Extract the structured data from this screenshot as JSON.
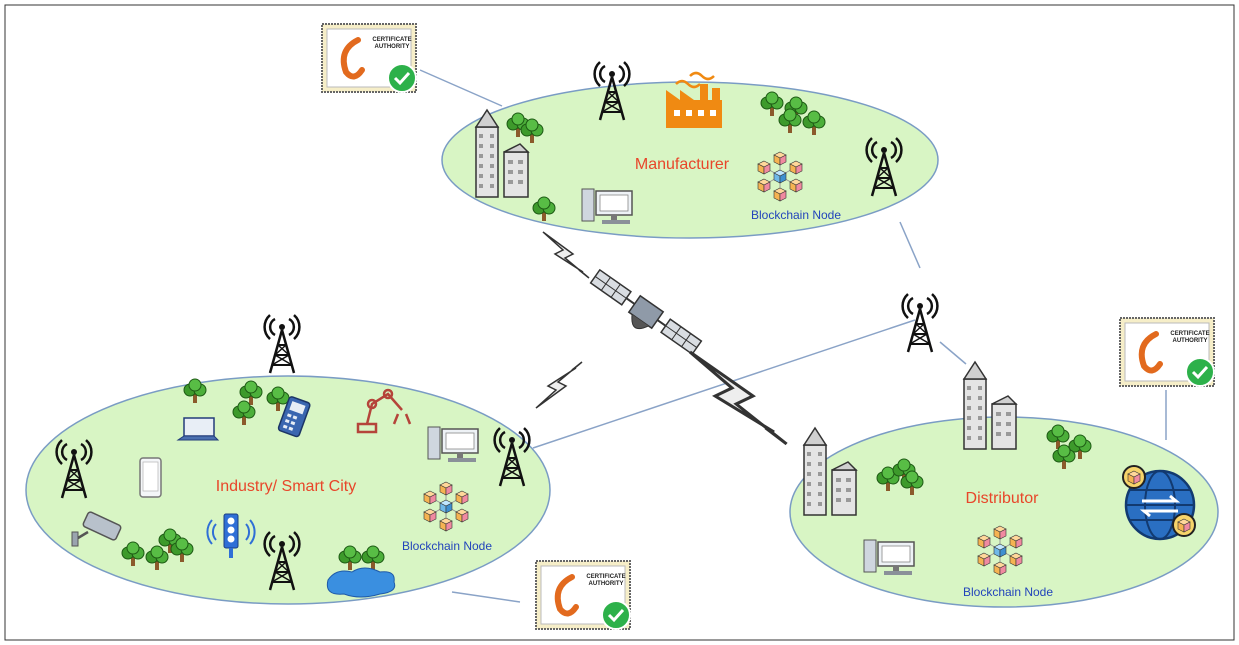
{
  "zones": {
    "manufacturer": {
      "title": "Manufacturer",
      "node_label": "Blockchain Node"
    },
    "industry": {
      "title": "Industry/ Smart City",
      "node_label": "Blockchain Node"
    },
    "distributor": {
      "title": "Distributor",
      "node_label": "Blockchain Node"
    }
  },
  "certificate_authority": {
    "line1": "CERTIFICATE",
    "line2": "AUTHORITY"
  },
  "colors": {
    "zone_fill": "#d8f5c4",
    "zone_stroke": "#7a9cc4",
    "zone_title": "#e8462a",
    "node_label": "#2244bb",
    "link_line": "#8aa3c7",
    "check": "#2db14a"
  }
}
